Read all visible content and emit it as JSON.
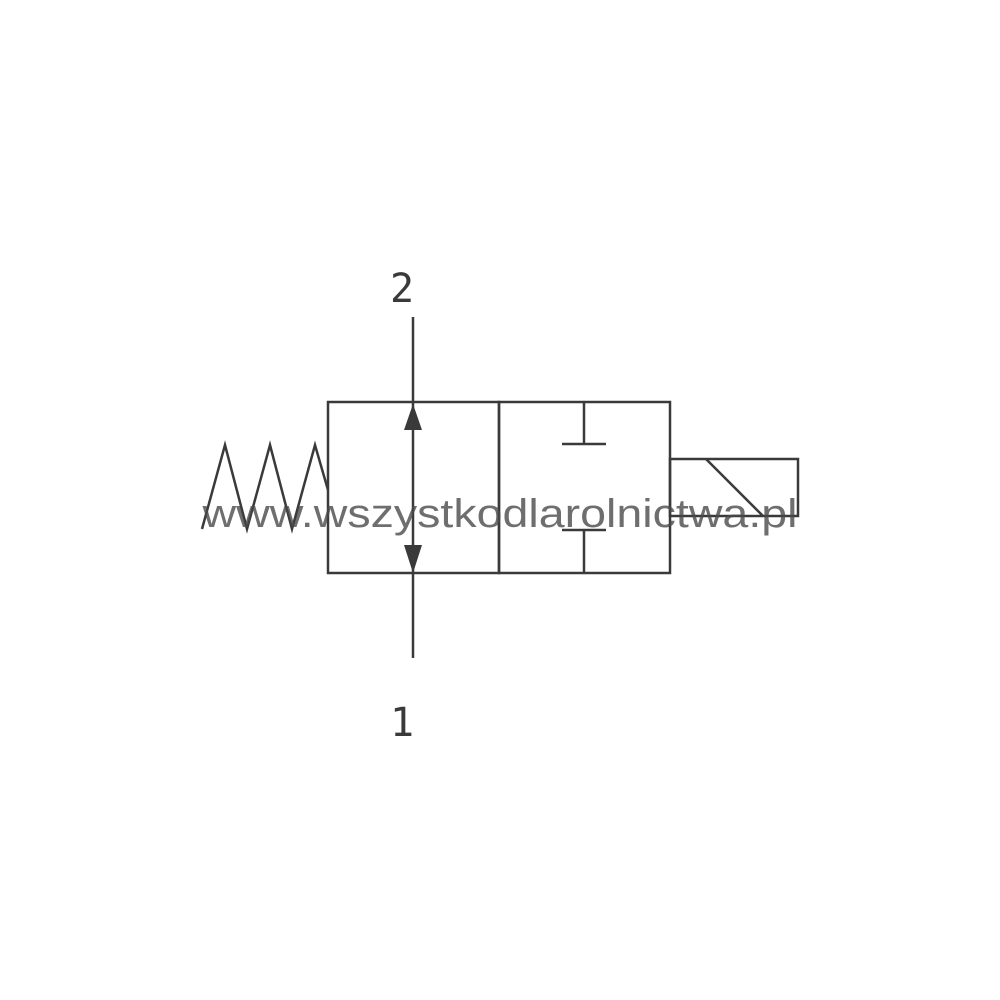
{
  "diagram": {
    "symbol": "2/2 solenoid valve, spring return",
    "ports": {
      "top_label": "2",
      "bottom_label": "1"
    },
    "watermark": "www.wszystkodlarolnictwa.pl",
    "colors": {
      "stroke": "#3a3a3a",
      "background": "#ffffff"
    }
  }
}
